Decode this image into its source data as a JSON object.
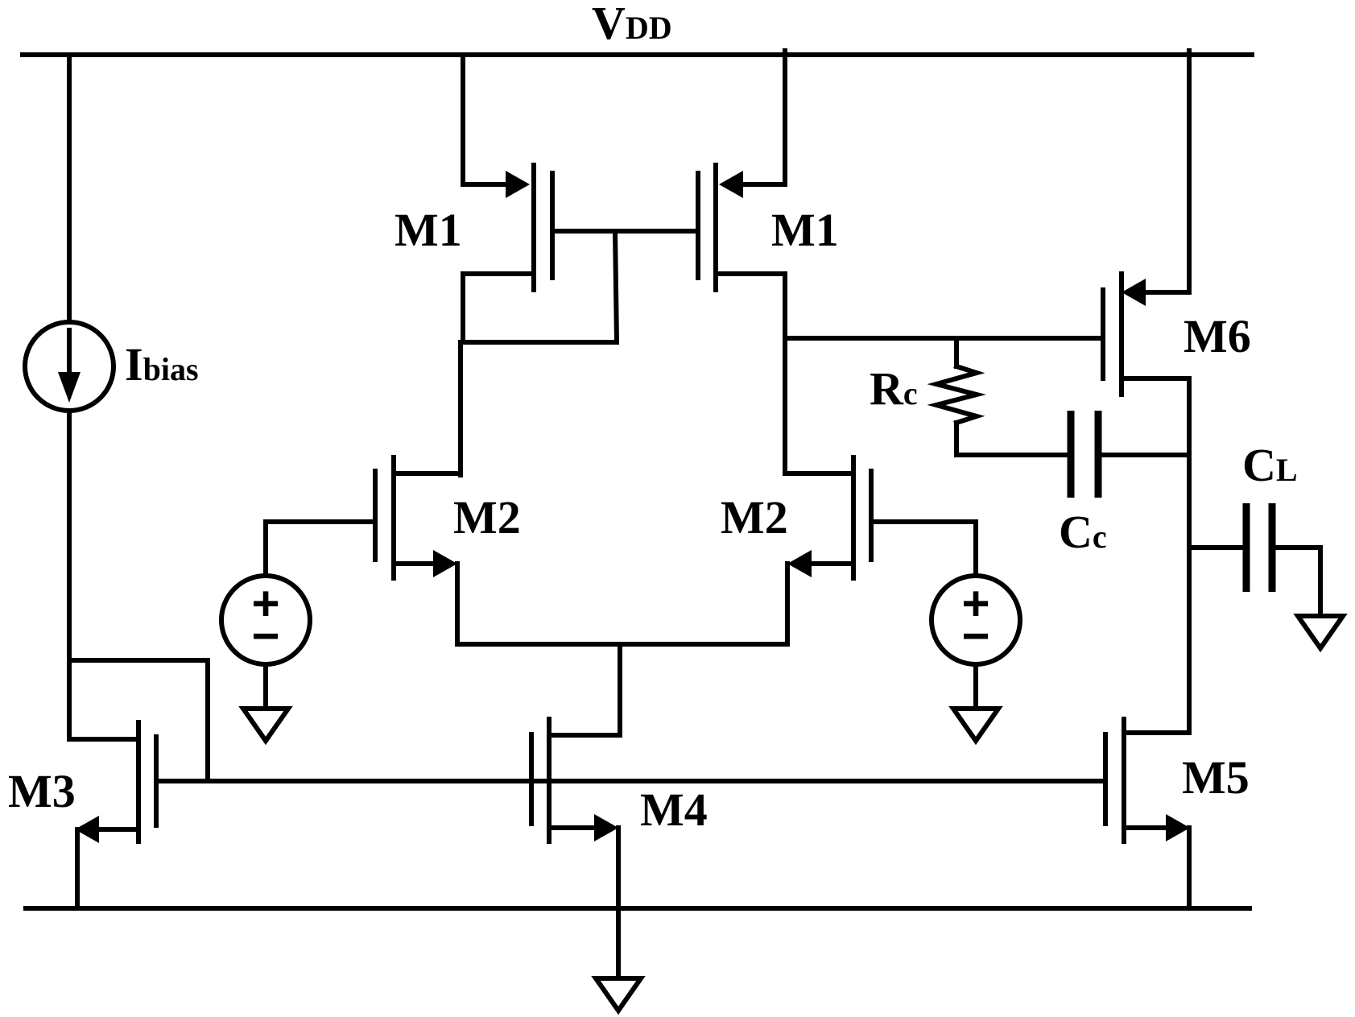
{
  "labels": {
    "vdd_main": "V",
    "vdd_sub": "DD",
    "ibias_main": "I",
    "ibias_sub": "bias",
    "m1_left": "M1",
    "m1_right": "M1",
    "m2_left": "M2",
    "m2_right": "M2",
    "m3": "M3",
    "m4": "M4",
    "m5": "M5",
    "m6": "M6",
    "rc_main": "R",
    "rc_sub": "c",
    "cc_main": "C",
    "cc_sub": "c",
    "cl_main": "C",
    "cl_sub": "L"
  },
  "sources": {
    "plus": "+",
    "minus": "−"
  }
}
